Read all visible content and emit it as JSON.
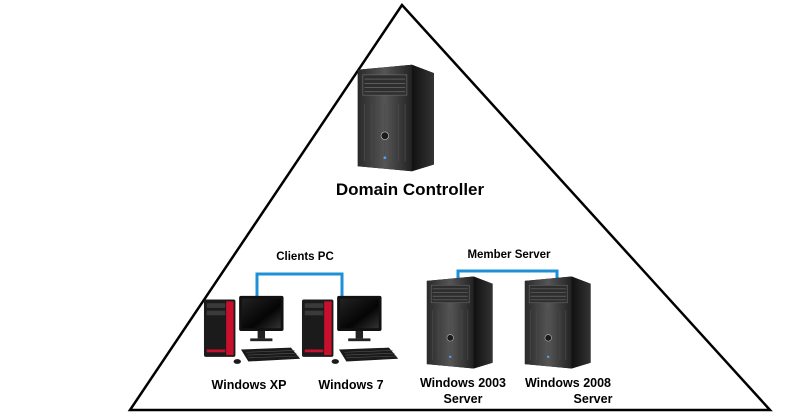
{
  "diagram": {
    "top_node": {
      "label": "Domain Controller"
    },
    "groups": {
      "clients": {
        "label": "Clients PC"
      },
      "members": {
        "label": "Member Server"
      }
    },
    "nodes": {
      "windows_xp": {
        "label": "Windows XP"
      },
      "windows_7": {
        "label": "Windows 7"
      },
      "windows_2003": {
        "label_line1": "Windows 2003",
        "label_line2": "Server"
      },
      "windows_2008": {
        "label_line1": "Windows 2008",
        "label_line2": "Server"
      }
    },
    "colors": {
      "outline": "#000000",
      "connector": "#1e90d6",
      "server_body": "#3a3a3a",
      "desktop_accent": "#c8102e"
    }
  }
}
